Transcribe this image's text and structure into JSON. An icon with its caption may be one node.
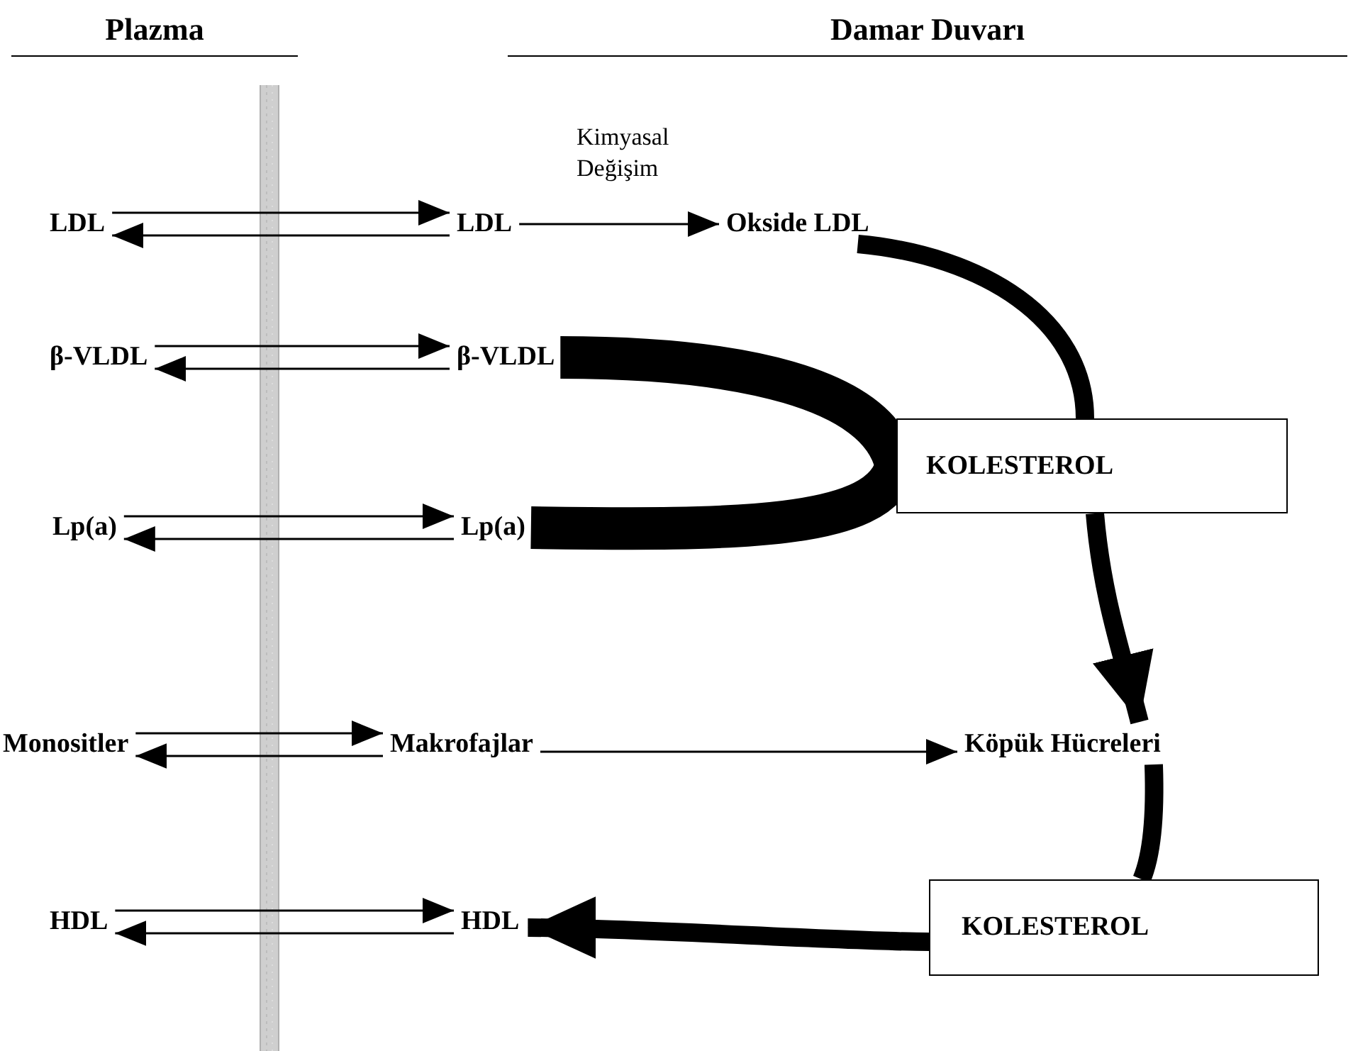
{
  "diagram": {
    "nodes": [
      {
        "text": [
          "LDL"
        ]
      },
      {
        "text": [
          "β-VLDL"
        ]
      },
      {
        "text": [
          "Lp(a)"
        ]
      },
      {
        "text": [
          "Monositler"
        ]
      },
      {
        "text": [
          "HDL"
        ]
      },
      {
        "text": [
          "LDL"
        ]
      },
      {
        "text": [
          "Okside LDL"
        ]
      },
      {
        "text": [
          "β-VLDL"
        ]
      },
      {
        "text": [
          "Lp(a)"
        ]
      },
      {
        "text": [
          "KOLESTEROL"
        ]
      },
      {
        "text": [
          "Makrofajlar"
        ]
      },
      {
        "text": [
          "Köpük Hücreleri"
        ]
      },
      {
        "text": [
          "KOLESTEROL"
        ]
      },
      {
        "text": [
          "HDL"
        ]
      }
    ],
    "edges": [
      {
        "from": 0,
        "to": 5,
        "arrow": "to"
      },
      {
        "from": 5,
        "to": 0,
        "arrow": "to"
      },
      {
        "from": 1,
        "to": 7,
        "arrow": "to"
      },
      {
        "from": 7,
        "to": 1,
        "arrow": "to"
      },
      {
        "from": 2,
        "to": 8,
        "arrow": "to"
      },
      {
        "from": 8,
        "to": 2,
        "arrow": "to"
      },
      {
        "from": 3,
        "to": 10,
        "arrow": "to"
      },
      {
        "from": 10,
        "to": 3,
        "arrow": "to"
      },
      {
        "from": 4,
        "to": 13,
        "arrow": "to"
      },
      {
        "from": 13,
        "to": 4,
        "arrow": "to"
      },
      {
        "from": 5,
        "to": 6,
        "arrow": "to",
        "label": "Kimyasal Değişim"
      },
      {
        "from": 7,
        "to": 9,
        "arrow": "none",
        "style": "thick"
      },
      {
        "from": 8,
        "to": 9,
        "arrow": "none",
        "style": "thick"
      },
      {
        "from": 6,
        "to": 9,
        "arrow": "none",
        "style": "thick"
      },
      {
        "from": 9,
        "to": 11,
        "arrow": "to",
        "style": "thick"
      },
      {
        "from": 10,
        "to": 11,
        "arrow": "to"
      },
      {
        "from": 11,
        "to": 12,
        "arrow": "none",
        "style": "thick"
      },
      {
        "from": 12,
        "to": 13,
        "arrow": "to",
        "style": "thick"
      }
    ],
    "labels": [
      "Plazma",
      "Damar Duvarı"
    ]
  }
}
